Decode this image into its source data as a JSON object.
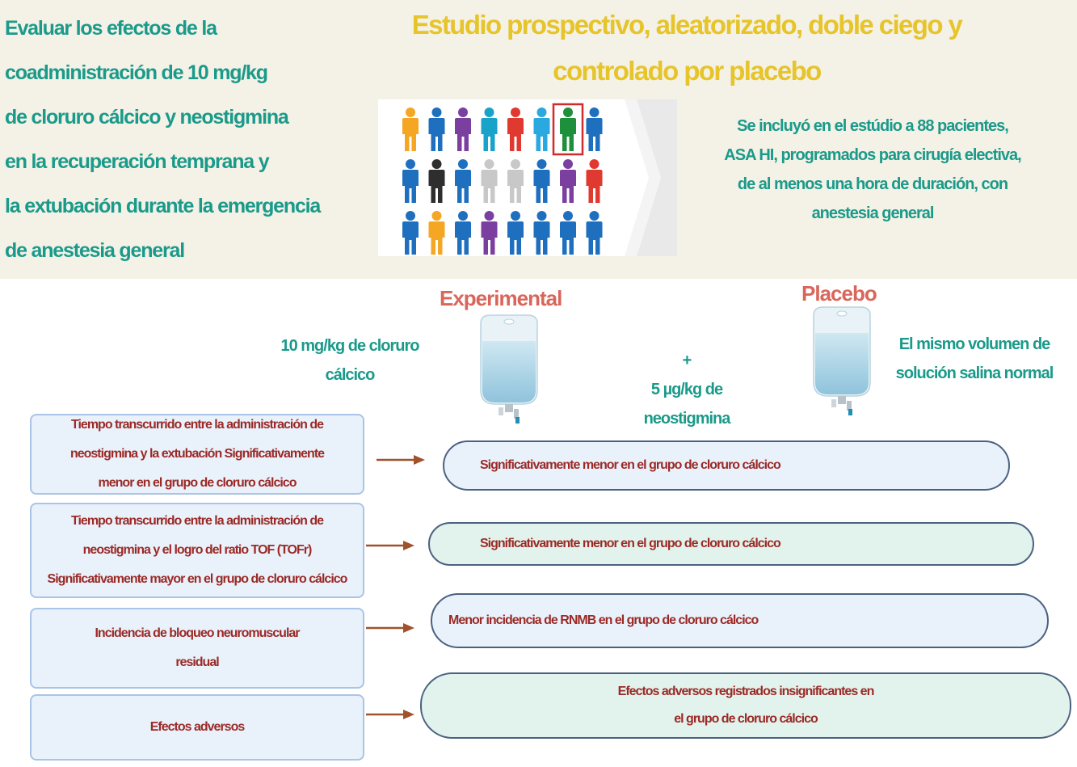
{
  "objective_lines": [
    "Evaluar los efectos de la",
    "coadministración de 10 mg/kg",
    "de cloruro cálcico y neostigmina",
    "en la recuperación temprana y",
    "la extubación durante la emergencia",
    "de anestesia general"
  ],
  "study_title_lines": [
    "Estudio prospectivo, aleatorizado, doble ciego y",
    "controlado por placebo"
  ],
  "population_lines": [
    "Se incluyó en el estúdio a 88 pacientes,",
    "ASA HI, programados para cirugía electiva,",
    "de al menos una hora de duración, con",
    "anestesia  general"
  ],
  "people_colors": [
    [
      "#f5a623",
      "#1f6fbf",
      "#7b3fa0",
      "#1aa3c8",
      "#e03a30",
      "#2aa8e0",
      "#1e8f3a",
      "#1f6fbf"
    ],
    [
      "#1f6fbf",
      "#2e2e2e",
      "#1f6fbf",
      "#c8c8c8",
      "#c8c8c8",
      "#1f6fbf",
      "#7b3fa0",
      "#e03a30"
    ],
    [
      "#1f6fbf",
      "#f5a623",
      "#1f6fbf",
      "#7b3fa0",
      "#1f6fbf",
      "#1f6fbf",
      "#1f6fbf",
      "#1f6fbf"
    ]
  ],
  "experimental": {
    "label": "Experimental",
    "dose_lines": [
      "10 mg/kg de cloruro",
      "cálcico"
    ],
    "plus": "+",
    "neostigmine_lines": [
      "5 µg/kg de",
      "neostigmina"
    ]
  },
  "placebo": {
    "label": "Placebo",
    "dose_lines": [
      "El mismo volumen de",
      "solución salina normal"
    ]
  },
  "outcomes": [
    {
      "measure_lines": [
        "Tiempo transcurrido entre la administración de",
        "neostigmina y la extubación Significativamente",
        "menor en el grupo de cloruro cálcico"
      ],
      "result_lines": [
        "Significativamente menor en el grupo de cloruro cálcico"
      ]
    },
    {
      "measure_lines": [
        "Tiempo transcurrido entre la administración de",
        "neostigmina y el logro del ratio TOF (TOFr)",
        "Significativamente mayor en el grupo de cloruro cálcico"
      ],
      "result_lines": [
        "Significativamente menor en el grupo de cloruro cálcico"
      ]
    },
    {
      "measure_lines": [
        "Incidencia de bloqueo neuromuscular",
        "residual"
      ],
      "result_lines": [
        "Menor incidencia de RNMB en el grupo de cloruro cálcico"
      ]
    },
    {
      "measure_lines": [
        "Efectos adversos"
      ],
      "result_lines": [
        "Efectos adversos registrados insignificantes en",
        "el grupo de cloruro cálcico"
      ]
    }
  ],
  "colors": {
    "teal_text": "#1a9a8a",
    "yellow_title": "#e6c42a",
    "group_label": "#d9665a",
    "outcome_text": "#9b2a26",
    "arrow": "#a0522d"
  }
}
